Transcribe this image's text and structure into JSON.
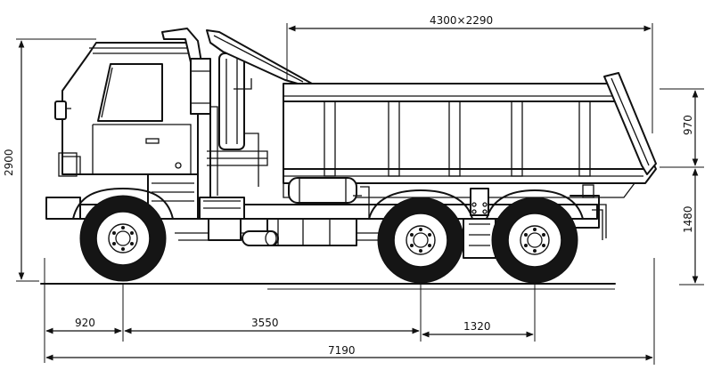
{
  "dimensions": {
    "body_size": "4300×2290",
    "side_wall_height": "970",
    "body_floor_height": "1480",
    "total_height": "2900",
    "front_overhang": "920",
    "wheelbase": "3550",
    "rear_axle_spacing": "1320",
    "total_length": "7190"
  }
}
